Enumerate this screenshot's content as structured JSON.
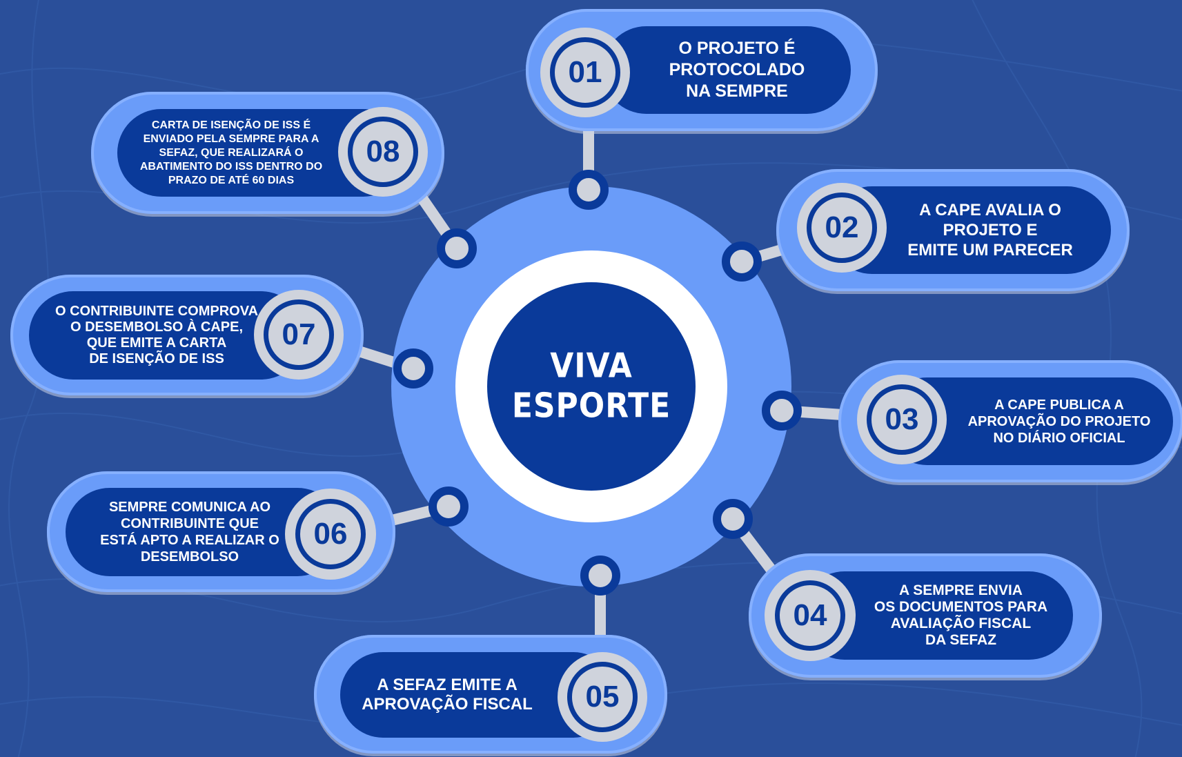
{
  "title_lines": [
    "VIVA",
    "ESPORTE"
  ],
  "steps": [
    {
      "number": "01",
      "text": "O PROJETO É\nPROTOCOLADO\nNA SEMPRE"
    },
    {
      "number": "02",
      "text": "A CAPE AVALIA O\nPROJETO E\nEMITE UM PARECER"
    },
    {
      "number": "03",
      "text": "A CAPE PUBLICA A\nAPROVAÇÃO DO PROJETO\nNO DIÁRIO OFICIAL"
    },
    {
      "number": "04",
      "text": "A SEMPRE ENVIA\nOS DOCUMENTOS PARA\nAVALIAÇÃO FISCAL\nDA SEFAZ"
    },
    {
      "number": "05",
      "text": "A SEFAZ EMITE A\nAPROVAÇÃO FISCAL"
    },
    {
      "number": "06",
      "text": "SEMPRE COMUNICA AO\nCONTRIBUINTE QUE\nESTÁ APTO A REALIZAR O\nDESEMBOLSO"
    },
    {
      "number": "07",
      "text": "O CONTRIBUINTE COMPROVA\nO DESEMBOLSO À CAPE,\nQUE EMITE A CARTA\nDE ISENÇÃO DE ISS"
    },
    {
      "number": "08",
      "text": "CARTA DE ISENÇÃO DE ISS É\nENVIADO PELA  SEMPRE PARA A\nSEFAZ, QUE REALIZARÁ O\nABATIMENTO DO ISS DENTRO DO\nPRAZO DE ATÉ 60 DIAS"
    }
  ],
  "colors": {
    "background": "#2a4f9a",
    "light_blue": "#6a9cf9",
    "dark_blue": "#0a3a9a",
    "gray": "#cfd3dc",
    "white": "#ffffff"
  }
}
